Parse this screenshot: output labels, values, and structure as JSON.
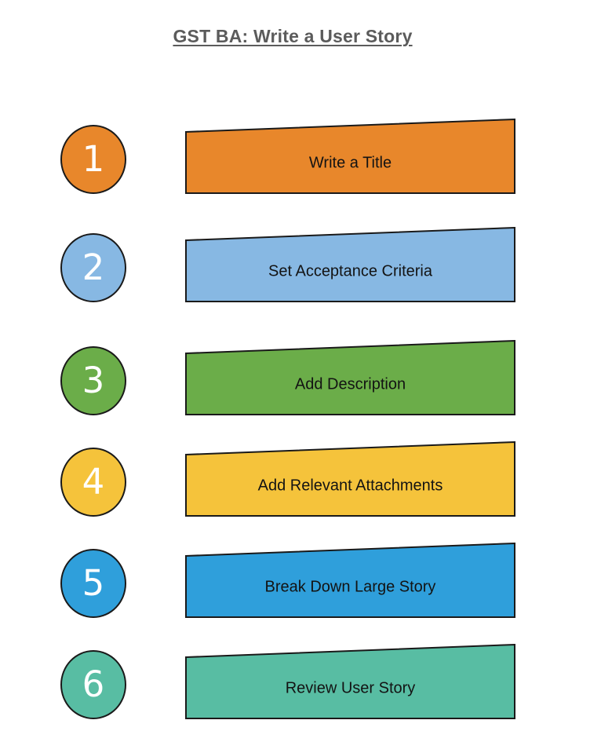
{
  "page": {
    "title": "GST BA: Write a User Story",
    "title_color": "#5b5b5b",
    "outline_color": "#1a1a1a",
    "number_text_color": "#ffffff",
    "label_text_color": "#131313"
  },
  "steps": [
    {
      "number": "1",
      "label": "Write a Title",
      "color": "#e8872b"
    },
    {
      "number": "2",
      "label": "Set Acceptance Criteria",
      "color": "#87b8e3"
    },
    {
      "number": "3",
      "label": "Add Description",
      "color": "#6bad49"
    },
    {
      "number": "4",
      "label": "Add Relevant Attachments",
      "color": "#f5c33b"
    },
    {
      "number": "5",
      "label": "Break Down Large Story",
      "color": "#2f9fdb"
    },
    {
      "number": "6",
      "label": "Review User Story",
      "color": "#58bda3"
    }
  ]
}
